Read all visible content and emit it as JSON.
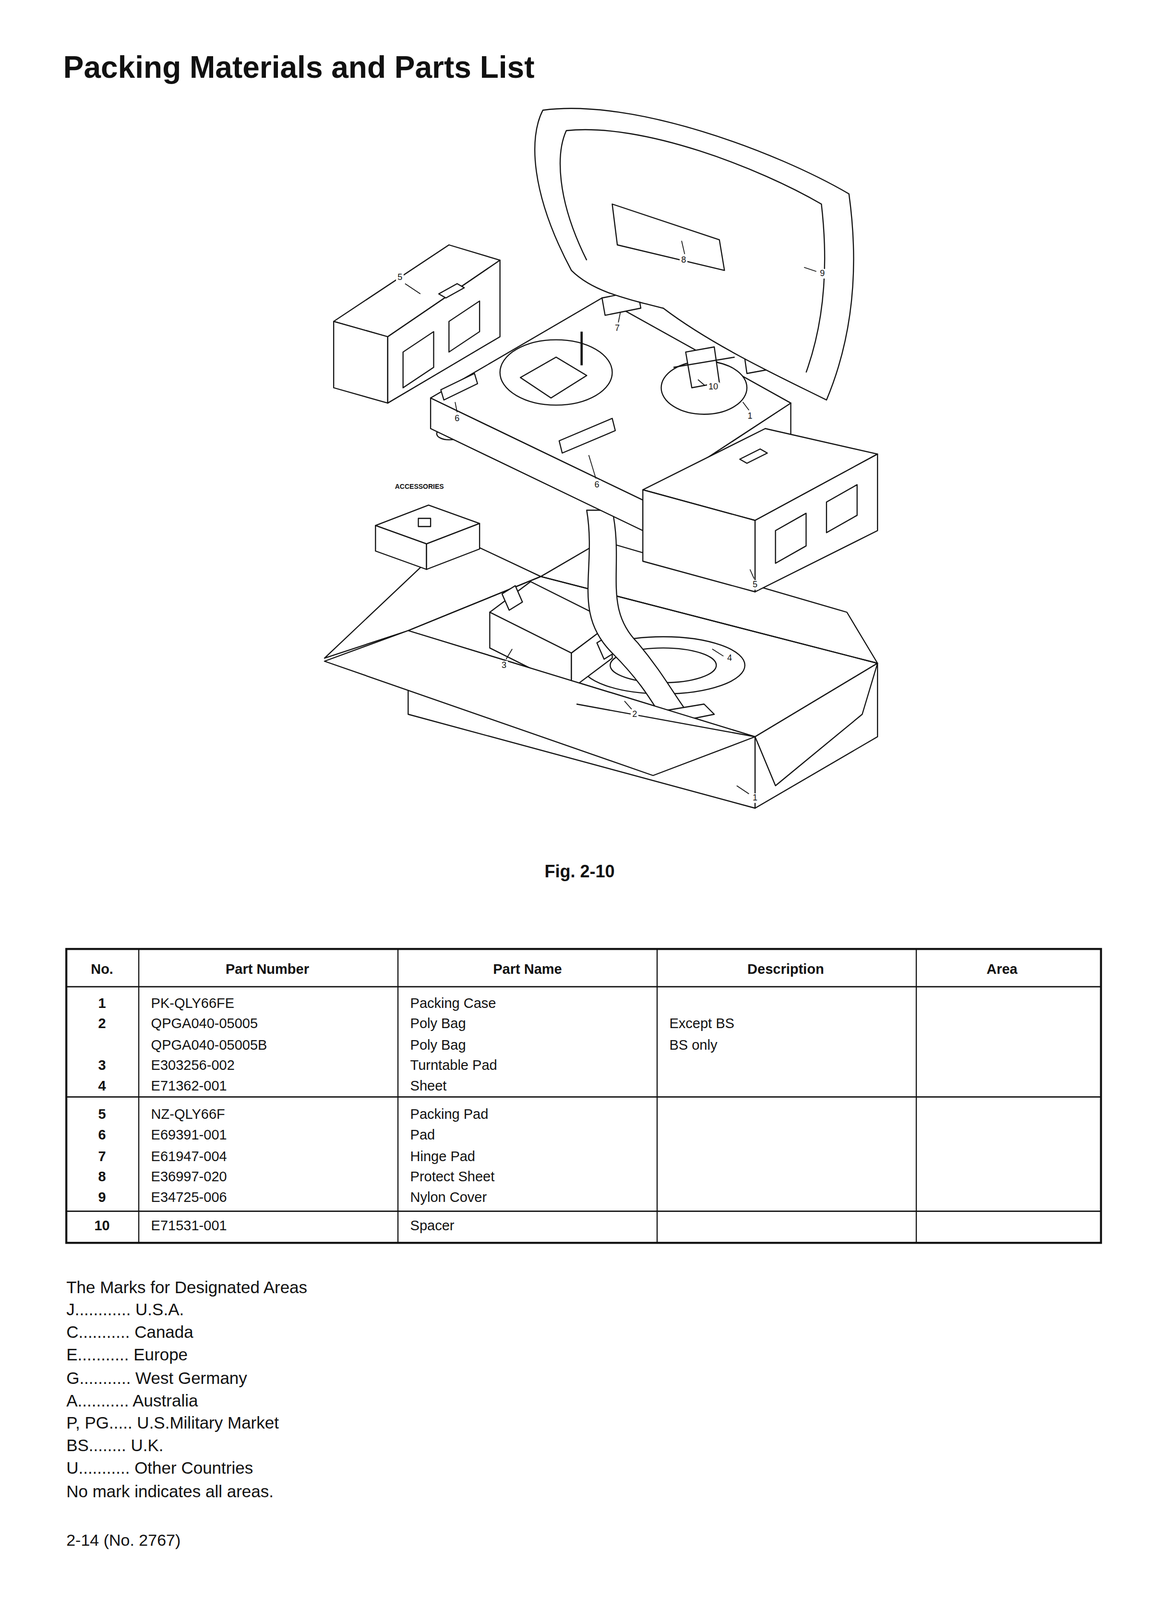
{
  "diagram": {
    "title": "Packing Materials and Parts List",
    "caption": "Fig. 2-10",
    "labels": [
      "5",
      "8",
      "9",
      "7",
      "10",
      "1",
      "6",
      "6",
      "ACCESSORIES",
      "5",
      "3",
      "4",
      "2",
      "1",
      "No.",
      "Part Number",
      "Part Name",
      "Description",
      "Area",
      "1",
      "PK-QLY66FE",
      "Packing Case",
      "2",
      "QPGA040-05005",
      "Poly Bag",
      "Except BS",
      "QPGA040-05005B",
      "Poly Bag",
      "BS only",
      "3",
      "E303256-002",
      "Turntable Pad",
      "4",
      "E71362-001",
      "Sheet",
      "5",
      "NZ-QLY66F",
      "Packing Pad",
      "6",
      "E69391-001",
      "Pad",
      "7",
      "E61947-004",
      "Hinge Pad",
      "8",
      "E36997-020",
      "Protect Sheet",
      "9",
      "E34725-006",
      "Nylon Cover",
      "10",
      "E71531-001",
      "Spacer",
      "The Marks for Designated Areas",
      "J............ U.S.A.",
      "C........... Canada",
      "E........... Europe",
      "G........... West Germany",
      "A........... Australia",
      "P, PG..... U.S.Military Market",
      "BS........ U.K.",
      "U........... Other Countries",
      "No mark indicates all areas.",
      "2-14   (No. 2767)"
    ]
  }
}
